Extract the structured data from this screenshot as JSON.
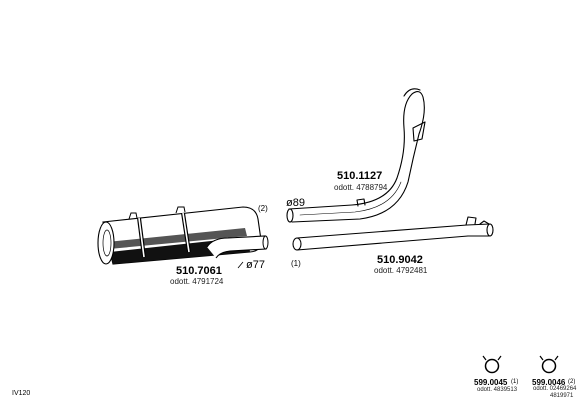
{
  "parts": {
    "rear_muffler": {
      "number": "510.7061",
      "reference": "odott. 4791724",
      "diameter": "ø77",
      "note": "(2)"
    },
    "front_pipe": {
      "number": "510.1127",
      "reference": "odott. 4788794",
      "diameter": "ø89"
    },
    "center_pipe": {
      "number": "510.9042",
      "reference": "odott. 4792481",
      "note": "(1)"
    },
    "clamp_1": {
      "number": "599.0045",
      "note": "(1)",
      "reference": "odott. 4839513",
      "icon": "clamp-ring-icon"
    },
    "clamp_2": {
      "number": "599.0046",
      "note": "(2)",
      "reference": "odott. 02469264",
      "reference_2": "4819971",
      "icon": "clamp-ring-icon"
    }
  },
  "corner_code": "IV120",
  "colors": {
    "line": "#000000",
    "muffler_dark": "#111111",
    "background": "#ffffff"
  }
}
